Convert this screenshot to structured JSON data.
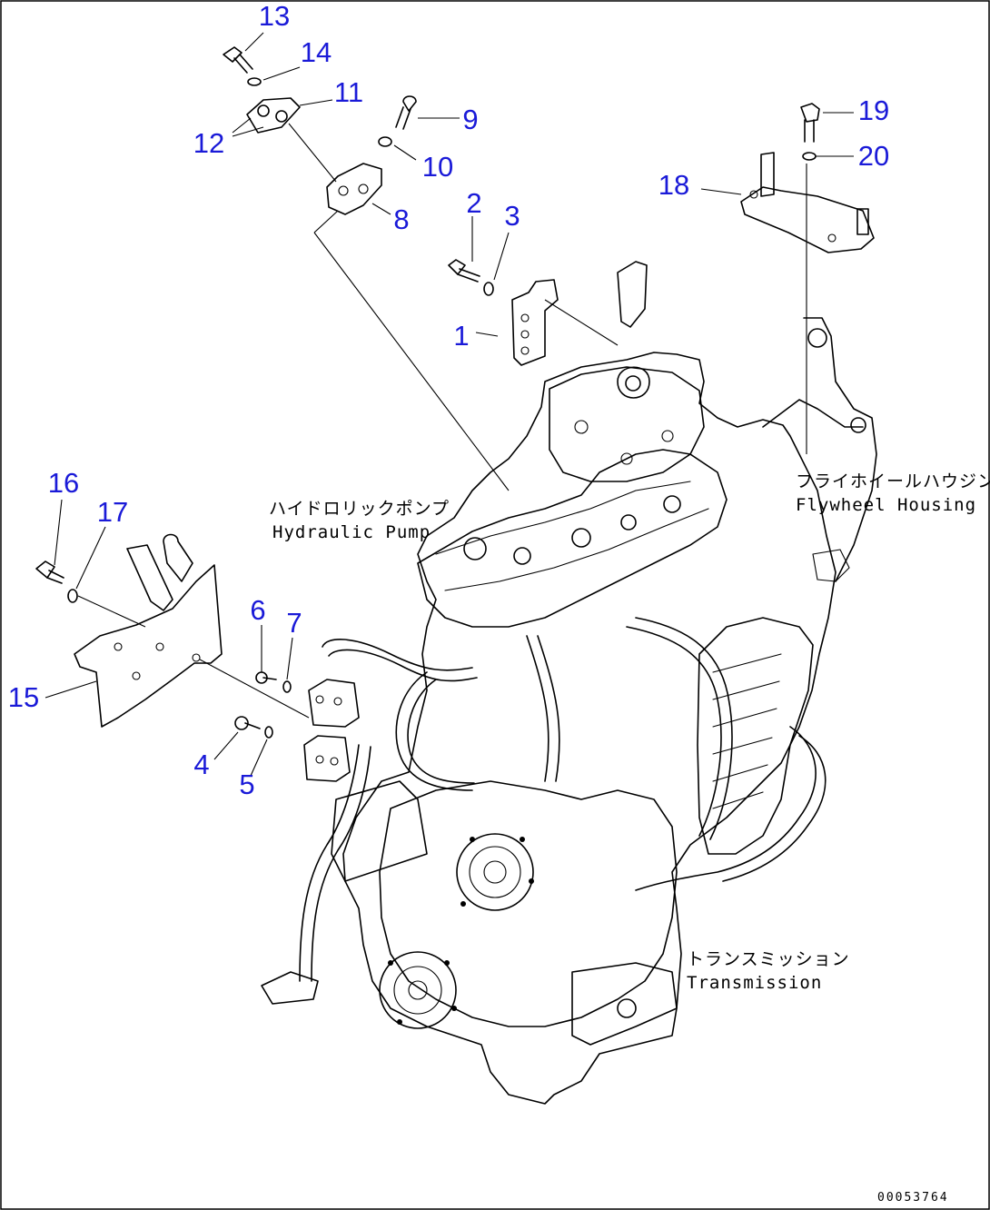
{
  "callouts": [
    {
      "id": "13",
      "label": "13"
    },
    {
      "id": "14",
      "label": "14"
    },
    {
      "id": "11",
      "label": "11"
    },
    {
      "id": "12",
      "label": "12"
    },
    {
      "id": "9",
      "label": "9"
    },
    {
      "id": "10",
      "label": "10"
    },
    {
      "id": "8",
      "label": "8"
    },
    {
      "id": "2",
      "label": "2"
    },
    {
      "id": "3",
      "label": "3"
    },
    {
      "id": "1",
      "label": "1"
    },
    {
      "id": "19",
      "label": "19"
    },
    {
      "id": "20",
      "label": "20"
    },
    {
      "id": "18",
      "label": "18"
    },
    {
      "id": "16",
      "label": "16"
    },
    {
      "id": "17",
      "label": "17"
    },
    {
      "id": "15",
      "label": "15"
    },
    {
      "id": "6",
      "label": "6"
    },
    {
      "id": "7",
      "label": "7"
    },
    {
      "id": "4",
      "label": "4"
    },
    {
      "id": "5",
      "label": "5"
    }
  ],
  "annotations": {
    "flywheel_jp": "フライホイールハウジング",
    "flywheel_en": "Flywheel Housing",
    "pump_jp": "ハイドロリックポンプ",
    "pump_en": "Hydraulic Pump",
    "trans_jp": "トランスミッション",
    "trans_en": "Transmission"
  },
  "drawing_number": "00053764",
  "colors": {
    "callout": "#1a1ad8",
    "line": "#000000"
  }
}
